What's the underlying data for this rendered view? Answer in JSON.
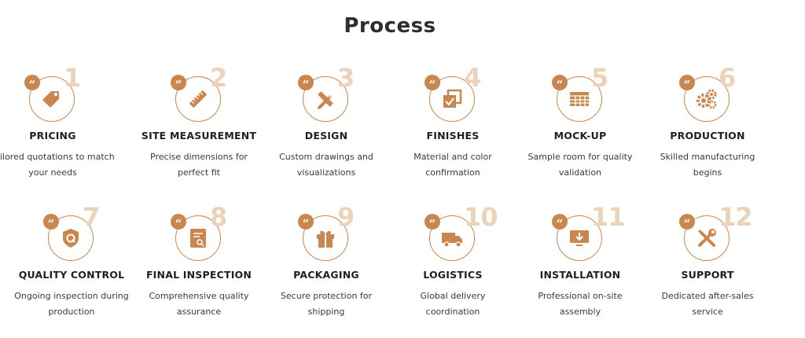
{
  "section": {
    "title": "Process"
  },
  "accent_color": "#c9874f",
  "number_color": "#ecd2b8",
  "steps": [
    {
      "number": "1",
      "label": "PRICING",
      "desc1": "Tailored quotations to match",
      "desc2": "your needs",
      "icon": "price-tag-icon"
    },
    {
      "number": "2",
      "label": "SITE MEASUREMENT",
      "desc1": "Precise dimensions for",
      "desc2": "perfect fit",
      "icon": "ruler-icon"
    },
    {
      "number": "3",
      "label": "DESIGN",
      "desc1": "Custom drawings and",
      "desc2": "visualizations",
      "icon": "pencil-ruler-icon"
    },
    {
      "number": "4",
      "label": "FINISHES",
      "desc1": "Material and color",
      "desc2": "confirmation",
      "icon": "checkbox-layers-icon"
    },
    {
      "number": "5",
      "label": "MOCK-UP",
      "desc1": "Sample room for quality",
      "desc2": "validation",
      "icon": "grid-table-icon"
    },
    {
      "number": "6",
      "label": "PRODUCTION",
      "desc1": "Skilled manufacturing",
      "desc2": "begins",
      "icon": "gears-icon"
    },
    {
      "number": "7",
      "label": "QUALITY CONTROL",
      "desc1": "Ongoing inspection during",
      "desc2": "production",
      "icon": "shield-q-icon"
    },
    {
      "number": "8",
      "label": "FINAL INSPECTION",
      "desc1": "Comprehensive quality",
      "desc2": "assurance",
      "icon": "document-search-icon"
    },
    {
      "number": "9",
      "label": "PACKAGING",
      "desc1": "Secure protection for",
      "desc2": "shipping",
      "icon": "gift-box-icon"
    },
    {
      "number": "10",
      "label": "LOGISTICS",
      "desc1": "Global delivery",
      "desc2": "coordination",
      "icon": "truck-icon"
    },
    {
      "number": "11",
      "label": "INSTALLATION",
      "desc1": "Professional on-site",
      "desc2": "assembly",
      "icon": "monitor-download-icon"
    },
    {
      "number": "12",
      "label": "SUPPORT",
      "desc1": "Dedicated after-sales",
      "desc2": "service",
      "icon": "tools-icon"
    }
  ]
}
